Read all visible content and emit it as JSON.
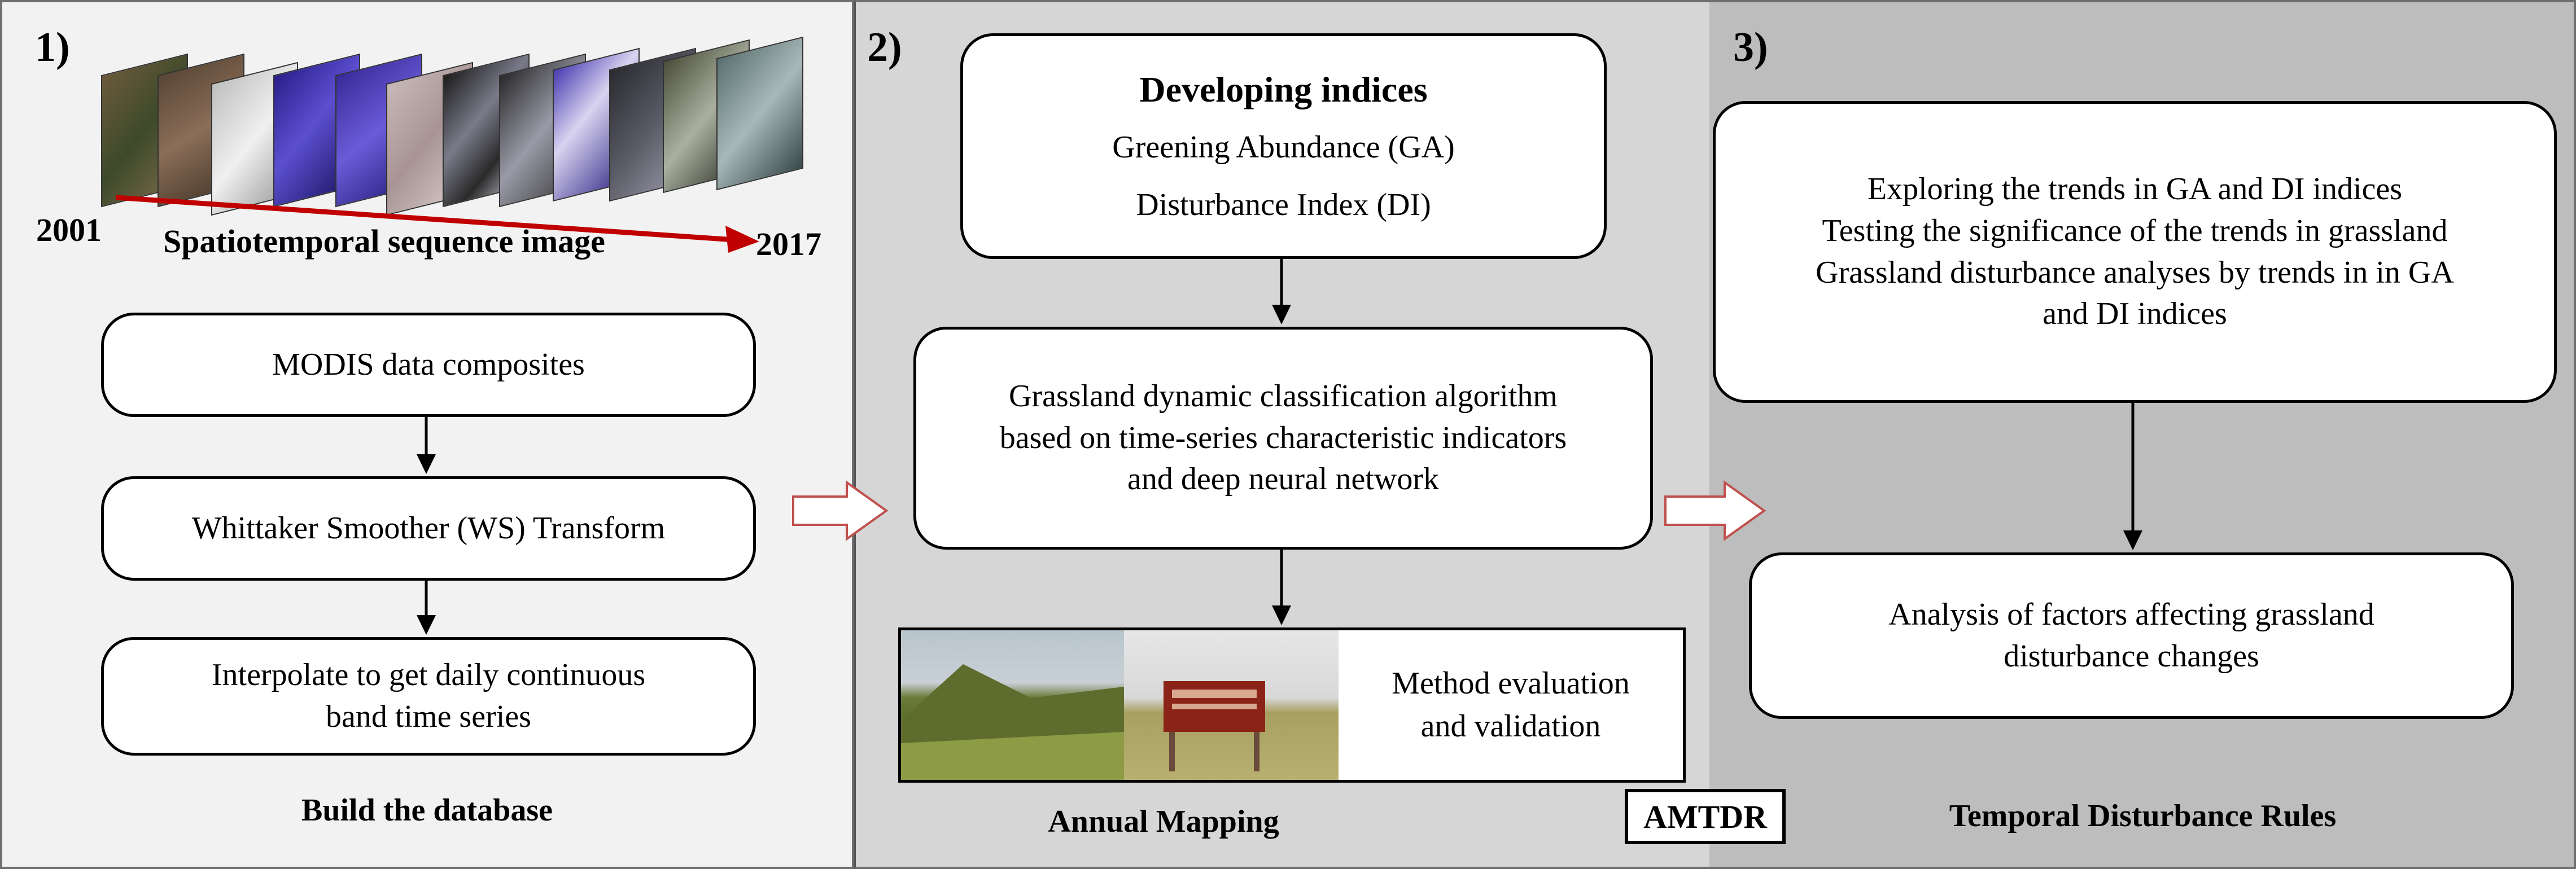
{
  "panel1": {
    "number": "1)",
    "year_start": "2001",
    "year_end": "2017",
    "sequence_label": "Spatiotemporal sequence image",
    "steps": [
      {
        "lines": [
          "MODIS  data  composites"
        ]
      },
      {
        "lines": [
          "Whittaker Smoother (WS) Transform"
        ]
      },
      {
        "lines": [
          "Interpolate to get daily continuous",
          "band time series"
        ]
      }
    ],
    "caption": "Build the database"
  },
  "panel2": {
    "number": "2)",
    "indices_title": "Developing indices",
    "indices": [
      "Greening Abundance (GA)",
      "Disturbance Index  (DI)"
    ],
    "algorithm_lines": [
      "Grassland dynamic classification algorithm",
      "based on time-series characteristic indicators",
      "and deep neural network"
    ],
    "evaluation_lines": [
      "Method evaluation",
      "and validation"
    ],
    "caption": "Annual Mapping"
  },
  "badge": "AMTDR",
  "panel3": {
    "number": "3)",
    "trend_lines": [
      "Exploring the trends in GA and DI indices",
      "Testing the significance of the trends  in grassland",
      "Grassland disturbance analyses by trends in in GA",
      "and DI indices"
    ],
    "factor_lines": [
      "Analysis of factors affecting grassland",
      "disturbance changes"
    ],
    "caption": "Temporal Disturbance Rules"
  },
  "colors": {
    "panel1_bg": "#f2f2f2",
    "panel2_bg": "#d6d6d6",
    "panel3_bg": "#bdbdbd",
    "timeline_arrow": "#c00000",
    "flow_arrow_outline": "#c0504d"
  }
}
